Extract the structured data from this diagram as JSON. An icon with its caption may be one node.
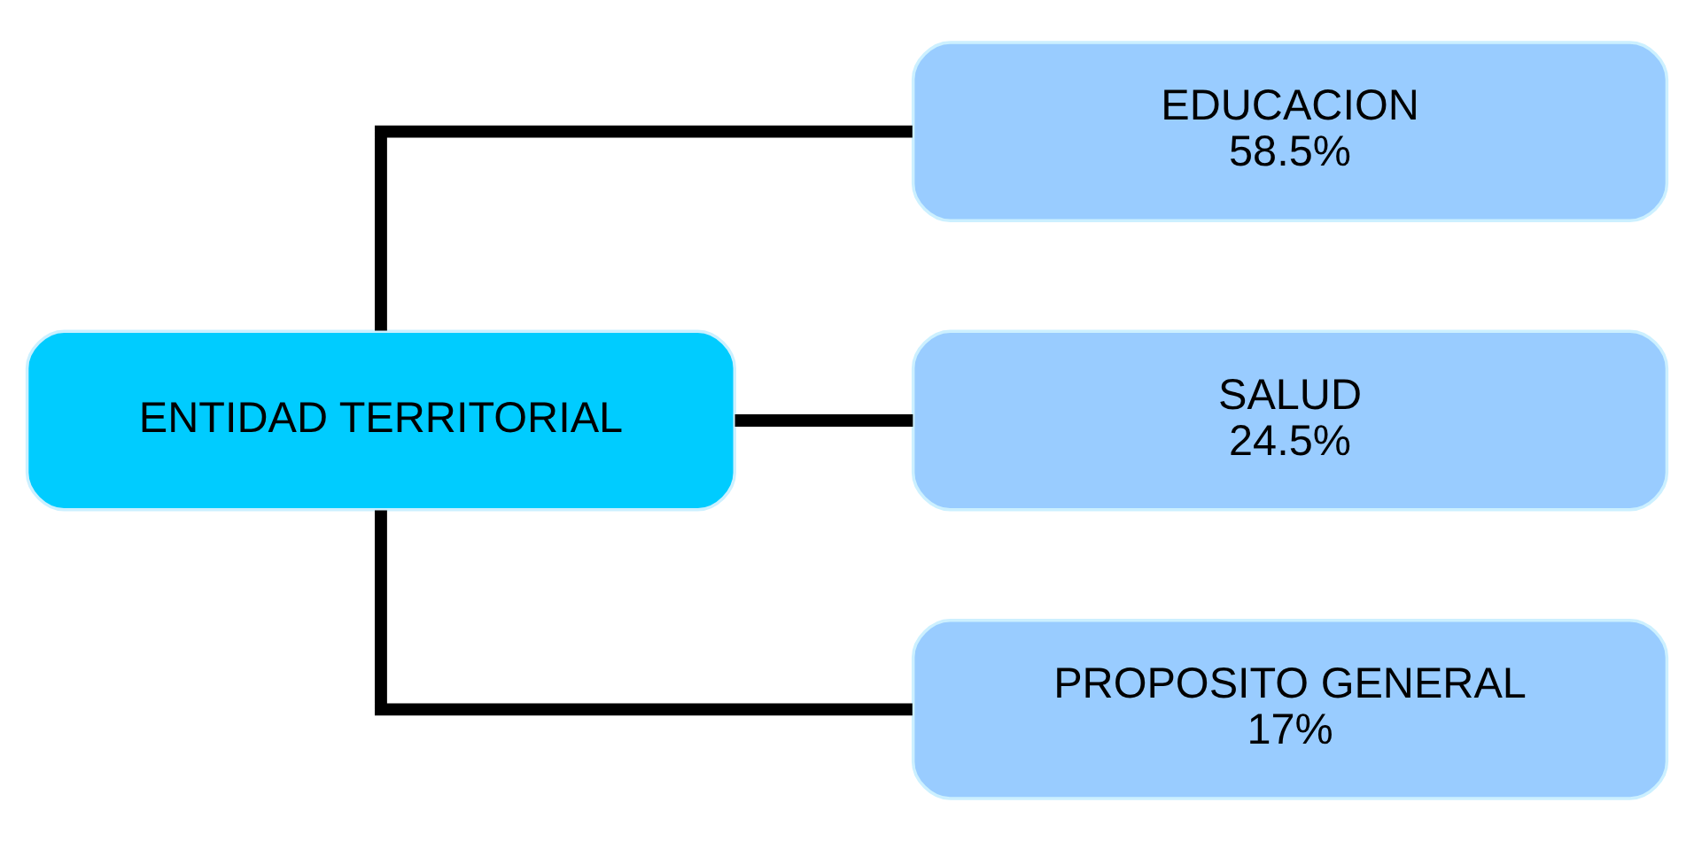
{
  "diagram": {
    "nodes": [
      {
        "text": [
          "ENTIDAD TERRITORIAL"
        ]
      },
      {
        "text": [
          "EDUCACION",
          "58.5%"
        ]
      },
      {
        "text": [
          "SALUD",
          "24.5%"
        ]
      },
      {
        "text": [
          "PROPOSITO GENERAL",
          "17%"
        ]
      }
    ],
    "edges": [
      {
        "from": 0,
        "to": 1,
        "arrow": "none"
      },
      {
        "from": 0,
        "to": 2,
        "arrow": "none"
      },
      {
        "from": 0,
        "to": 3,
        "arrow": "none"
      }
    ]
  }
}
